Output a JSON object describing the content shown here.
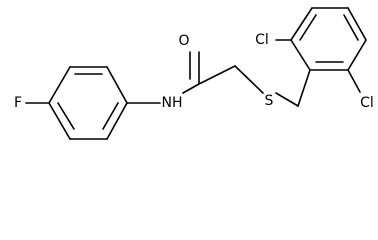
{
  "molecule": {
    "atoms": {
      "oxygen": "O",
      "nitrogen_h": "NH",
      "sulfur": "S",
      "fluorine": "F",
      "chlorine_top": "Cl",
      "chlorine_bottom": "Cl"
    }
  }
}
